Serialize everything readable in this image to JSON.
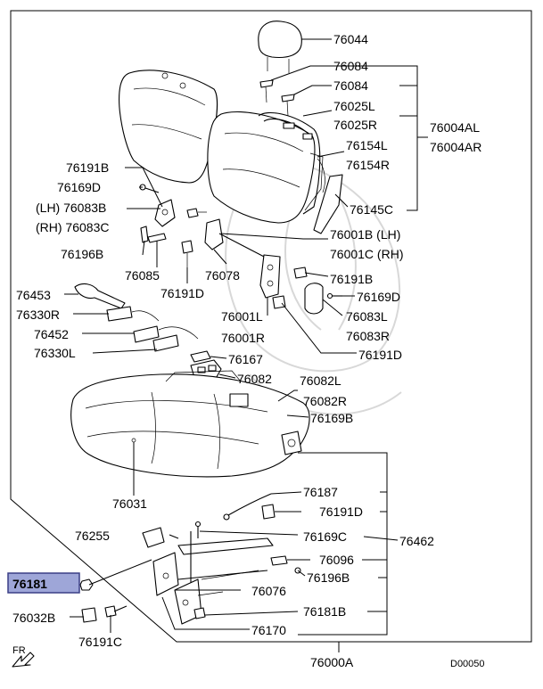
{
  "diagram": {
    "labels": {
      "p76044": "76044",
      "p76084a": "76084",
      "p76084b": "76084",
      "p76025l": "76025L",
      "p76025r": "76025R",
      "p76004al": "76004AL",
      "p76004ar": "76004AR",
      "p76154l": "76154L",
      "p76154r": "76154R",
      "p76145c": "76145C",
      "p76191b_top": "76191B",
      "p76169d_top": "76169D",
      "p76083b": "(LH) 76083B",
      "p76083c": "(RH) 76083C",
      "p76196b_top": "76196B",
      "p76085": "76085",
      "p76078": "76078",
      "p76191d_a": "76191D",
      "p76001b": "76001B (LH)",
      "p76001c": "76001C (RH)",
      "p76191b_r": "76191B",
      "p76169d_r": "76169D",
      "p76083l": "76083L",
      "p76083r": "76083R",
      "p76191d_b": "76191D",
      "p76453": "76453",
      "p76330r": "76330R",
      "p76452": "76452",
      "p76330l": "76330L",
      "p76001l": "76001L",
      "p76001r": "76001R",
      "p76167": "76167",
      "p76082": "76082",
      "p76082l": "76082L",
      "p76082r": "76082R",
      "p76169b": "76169B",
      "p76031": "76031",
      "p76187": "76187",
      "p76191d_c": "76191D",
      "p76255": "76255",
      "p76169c": "76169C",
      "p76462": "76462",
      "p76096": "76096",
      "p76196b_b": "76196B",
      "p76181": "76181",
      "p76076": "76076",
      "p76181b": "76181B",
      "p76032b": "76032B",
      "p76191c": "76191C",
      "p76170": "76170",
      "p76000a": "76000A",
      "fr": "FR",
      "code": "D00050"
    },
    "highlight_part": "76181",
    "colors": {
      "highlight_fill": "#9ea6d8",
      "highlight_border": "#3a3f86",
      "line": "#000000",
      "watermark": "#d8d8d8"
    }
  }
}
